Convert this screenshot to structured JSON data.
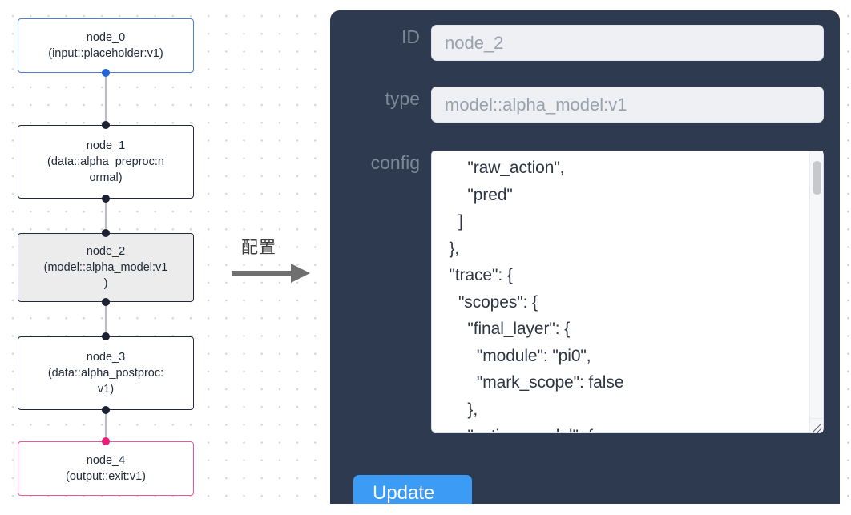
{
  "graph": {
    "nodes": [
      {
        "id": "node_0",
        "title": "node_0",
        "subtitle": "(input::placeholder:v1)",
        "kind": "input",
        "selected": false
      },
      {
        "id": "node_1",
        "title": "node_1",
        "subtitle": "(data::alpha_preproc:n\normal)",
        "kind": "default",
        "selected": false
      },
      {
        "id": "node_2",
        "title": "node_2",
        "subtitle": "(model::alpha_model:v1\n)",
        "kind": "model",
        "selected": true
      },
      {
        "id": "node_3",
        "title": "node_3",
        "subtitle": "(data::alpha_postproc:\nv1)",
        "kind": "default",
        "selected": false
      },
      {
        "id": "node_4",
        "title": "node_4",
        "subtitle": "(output::exit:v1)",
        "kind": "output",
        "selected": false
      }
    ],
    "colors": {
      "input_border": "#4a7fd4",
      "output_border": "#e9559f",
      "default_border": "#222a3a",
      "selected_fill": "#ececec",
      "handle": "#1c2233",
      "handle_input": "#2563d6",
      "handle_output": "#ec1e79",
      "edge": "#b9bcc2"
    }
  },
  "transition": {
    "label": "配置",
    "arrow_color": "#6f6f6f"
  },
  "panel": {
    "background": "#2e3a50",
    "fields": [
      {
        "name": "id",
        "label": "ID",
        "value": "node_2"
      },
      {
        "name": "type",
        "label": "type",
        "value": "model::alpha_model:v1"
      },
      {
        "name": "config",
        "label": "config",
        "value": "      \"raw_action\",\n      \"pred\"\n    ]\n  },\n  \"trace\": {\n    \"scopes\": {\n      \"final_layer\": {\n        \"module\": \"pi0\",\n        \"mark_scope\": false\n      },\n      \"action_model\": {"
      }
    ],
    "update_label": "Update",
    "update_color": "#3b9bf5",
    "label_color": "#7b8897",
    "input_fill": "#eef0f4",
    "input_text_color": "#9aa1ac"
  }
}
